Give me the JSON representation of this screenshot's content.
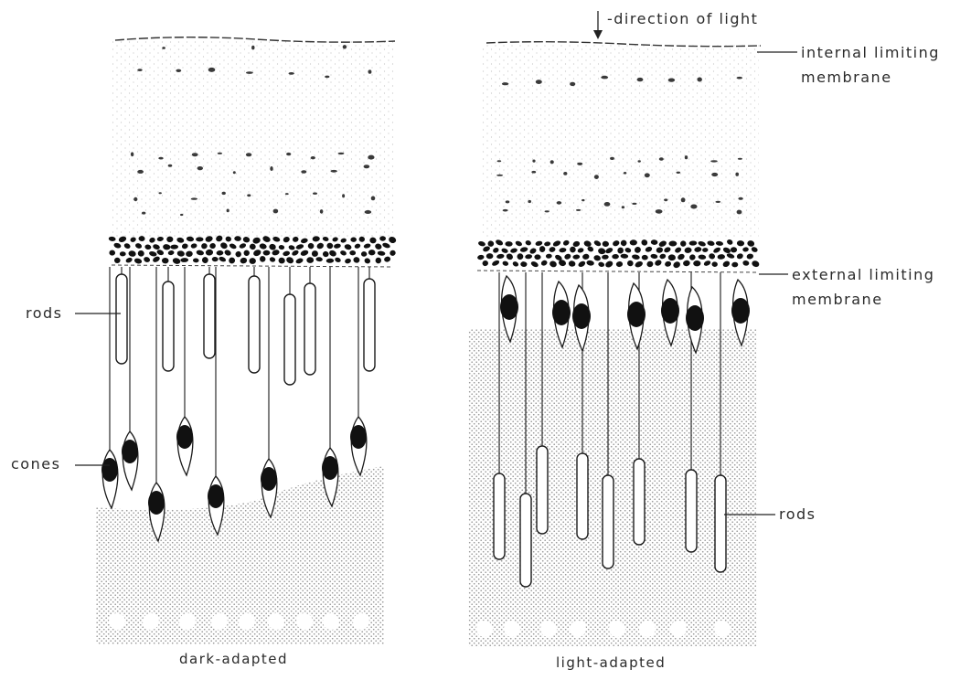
{
  "figure": {
    "panels": [
      {
        "id": "dark",
        "caption": "dark-adapted"
      },
      {
        "id": "light",
        "caption": "light-adapted"
      }
    ],
    "labels": {
      "direction": "-direction of light",
      "internal_1": "internal limiting",
      "internal_2": "membrane",
      "external_1": "external limiting",
      "external_2": "membrane",
      "rods_left": "rods",
      "cones_left": "cones",
      "rods_right": "rods"
    },
    "colors": {
      "ink": "#1a1a1a",
      "paper": "#ffffff",
      "stipple": "#bdbdbd"
    }
  }
}
